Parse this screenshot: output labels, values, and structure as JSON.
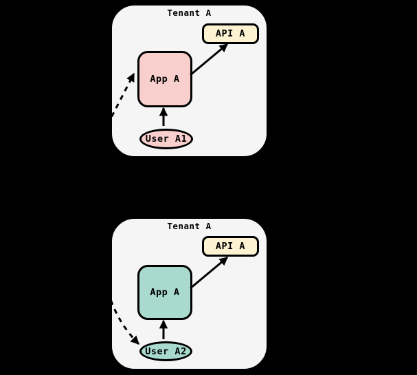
{
  "colors": {
    "background": "#000000",
    "container_fill": "#f5f5f5",
    "stroke": "#000000",
    "pink": "#f8cfcc",
    "teal": "#a8dacd",
    "yellow": "#fdf3d2"
  },
  "tenants": [
    {
      "title": "Tenant A",
      "api_label": "API A",
      "api_color": "#fdf3d2",
      "app_label": "App A",
      "app_color": "#f8cfcc",
      "user_label": "User A1",
      "user_color": "#f8cfcc"
    },
    {
      "title": "Tenant A",
      "api_label": "API A",
      "api_color": "#fdf3d2",
      "app_label": "App A",
      "app_color": "#a8dacd",
      "user_label": "User A2",
      "user_color": "#a8dacd"
    }
  ],
  "edges": [
    "user-to-app-solid-arrow-tenant1",
    "app-to-api-solid-arrow-tenant1",
    "incoming-dashed-arrow-to-app-tenant1",
    "user-to-app-solid-arrow-tenant2",
    "app-to-api-solid-arrow-tenant2",
    "incoming-dashed-arrow-to-user-tenant2"
  ]
}
